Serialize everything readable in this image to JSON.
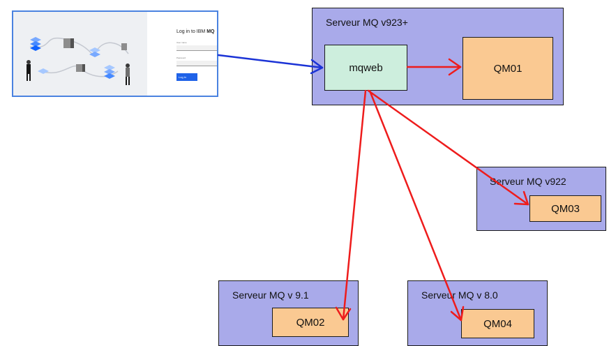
{
  "login": {
    "title_prefix": "Log in to IBM ",
    "title_brand": "MQ",
    "username_label": "User name",
    "password_label": "Password",
    "button_label": "Log in"
  },
  "servers": {
    "main": {
      "label": "Serveur MQ v923+",
      "web": "mqweb",
      "qm": "QM01"
    },
    "v922": {
      "label": "Serveur MQ v922",
      "qm": "QM03"
    },
    "v91": {
      "label": "Serveur MQ v 9.1",
      "qm": "QM02"
    },
    "v80": {
      "label": "Serveur MQ v 8.0",
      "qm": "QM04"
    }
  },
  "colors": {
    "server_fill": "#a9aaea",
    "qm_fill": "#fac992",
    "web_fill": "#cdeedd",
    "arrow_red": "#ee1c1c",
    "arrow_blue": "#1b33d6",
    "thumb_border": "#4a82e0"
  }
}
